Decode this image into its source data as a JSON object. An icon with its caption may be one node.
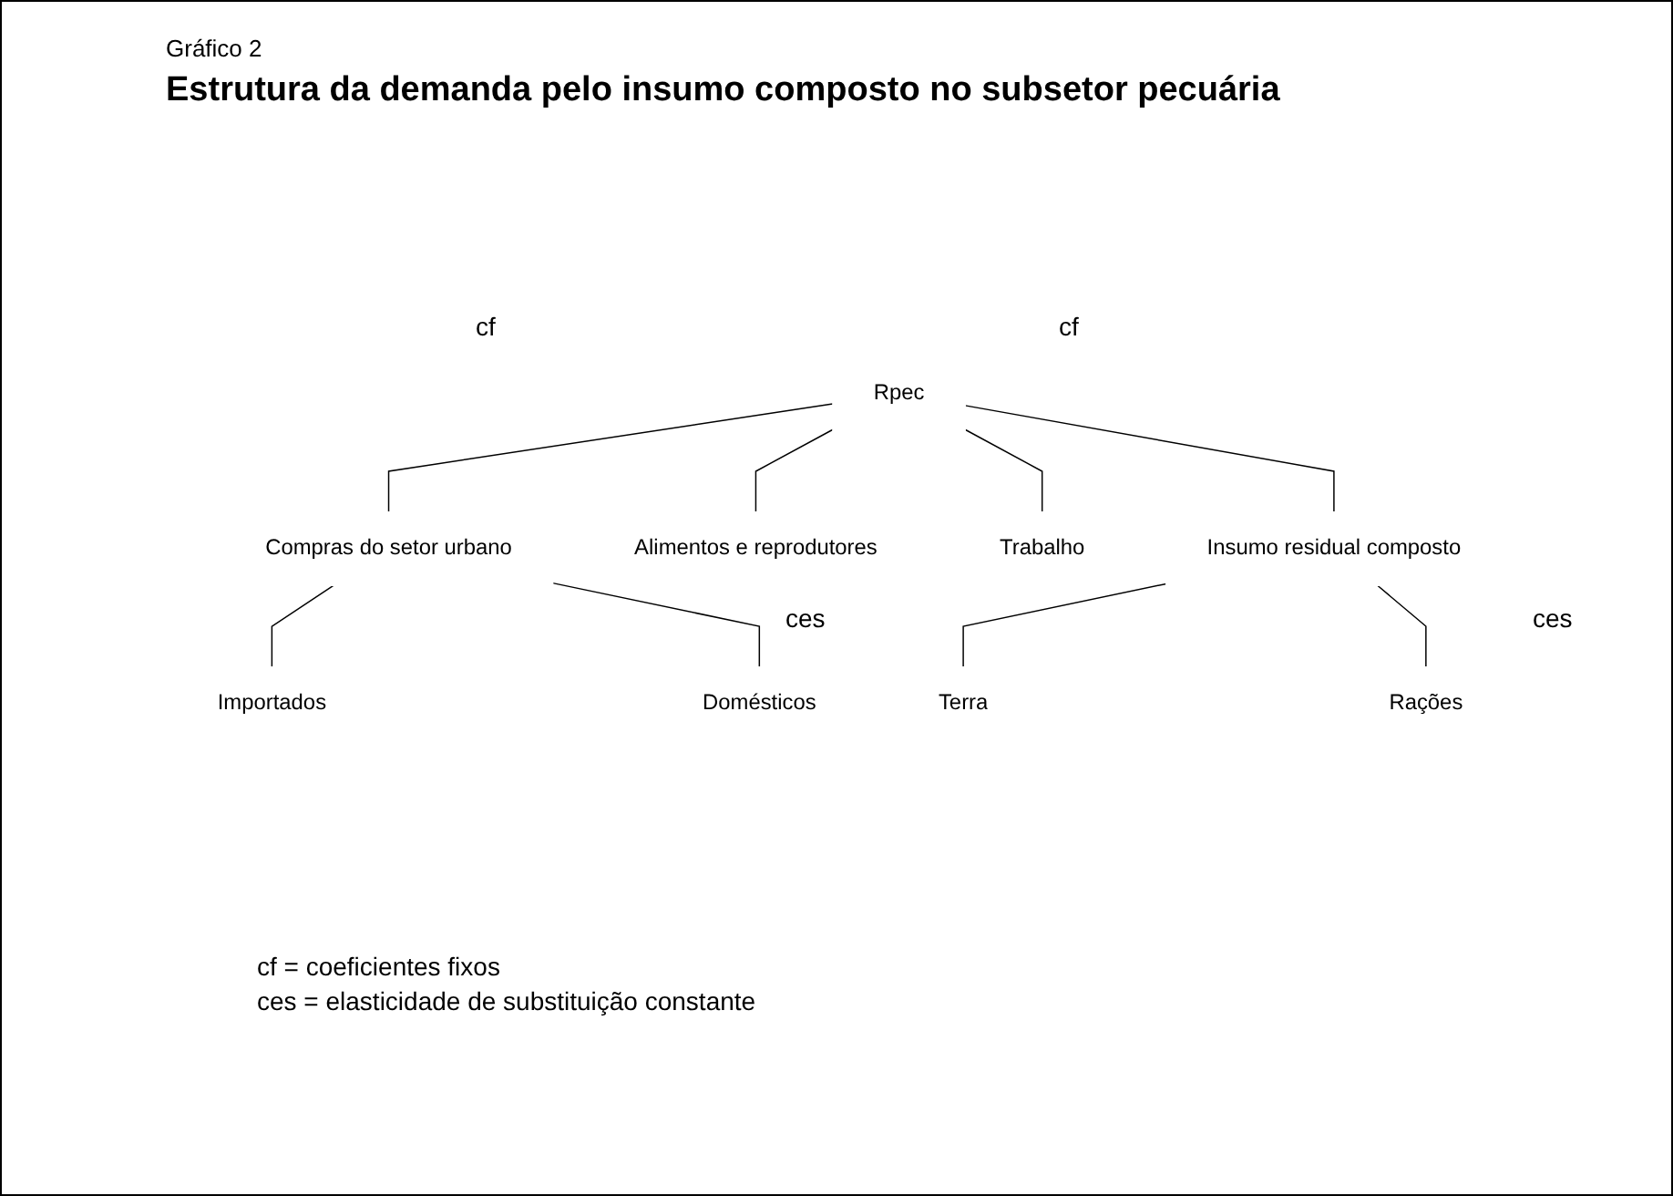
{
  "diagram": {
    "title": "Estrutura da demanda pelo insumo composto no subsetor pecuária",
    "nodes": [
      {
        "text": [
          "Rpec"
        ]
      },
      {
        "text": [
          "Compras do setor urbano"
        ]
      },
      {
        "text": [
          "Alimentos e reprodutores"
        ]
      },
      {
        "text": [
          "Trabalho"
        ]
      },
      {
        "text": [
          "Insumo residual composto"
        ]
      },
      {
        "text": [
          "Importados"
        ]
      },
      {
        "text": [
          "Domésticos"
        ]
      },
      {
        "text": [
          "Terra"
        ]
      },
      {
        "text": [
          "Rações"
        ]
      }
    ],
    "edges": [
      {
        "from": 0,
        "to": 1,
        "arrow": "none"
      },
      {
        "from": 0,
        "to": 2,
        "arrow": "none"
      },
      {
        "from": 0,
        "to": 3,
        "arrow": "none"
      },
      {
        "from": 0,
        "to": 4,
        "arrow": "none"
      },
      {
        "from": 1,
        "to": 5,
        "arrow": "none"
      },
      {
        "from": 1,
        "to": 6,
        "arrow": "none"
      },
      {
        "from": 4,
        "to": 7,
        "arrow": "none"
      },
      {
        "from": 4,
        "to": 8,
        "arrow": "none"
      }
    ],
    "labels": [
      "Gráfico 2",
      "cf",
      "cf",
      "ces",
      "ces",
      "cf = coeficientes fixos",
      "ces = elasticidade de substituição constante"
    ]
  }
}
